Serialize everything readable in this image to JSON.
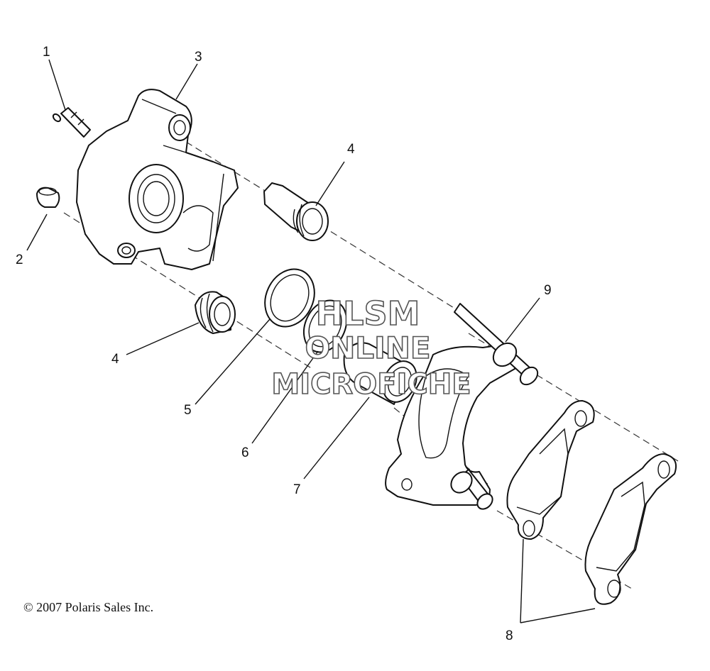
{
  "callouts": {
    "c1": "1",
    "c2": "2",
    "c3": "3",
    "c4a": "4",
    "c4b": "4",
    "c5": "5",
    "c6": "6",
    "c7": "7",
    "c8": "8",
    "c9": "9"
  },
  "watermark": {
    "line1": "HLSM",
    "line2": "ONLINE",
    "line3": "MICROFICHE"
  },
  "copyright": "© 2007 Polaris Sales Inc."
}
